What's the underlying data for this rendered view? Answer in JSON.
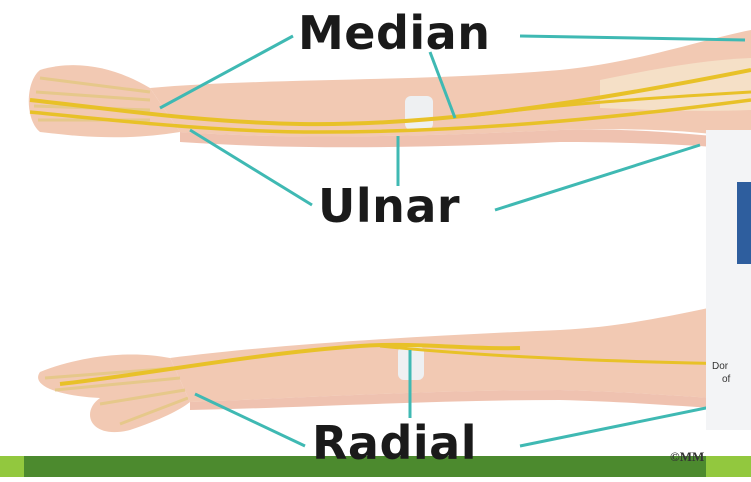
{
  "labels": {
    "median": "Median",
    "ulnar": "Ulnar",
    "radial": "Radial"
  },
  "copyright": "©MM",
  "inset": {
    "line1": "Dor",
    "line2": "of"
  },
  "colors": {
    "skin": "#f2c9b3",
    "skin_shadow": "#e8a88f",
    "bone": "#f6ead0",
    "nerve": "#e8c128",
    "pointer": "#3fb9b3",
    "slide_green": "#4c8a2e",
    "slide_light": "#92c83e",
    "inset_blue": "#2e5e9e"
  },
  "icons": [
    "median-nerve-pointer",
    "ulnar-nerve-pointer",
    "radial-nerve-pointer"
  ]
}
